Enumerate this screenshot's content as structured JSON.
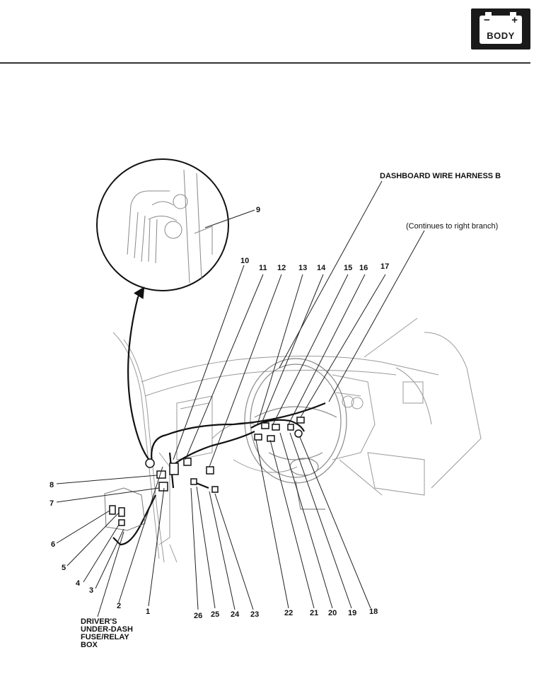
{
  "badge": {
    "minus": "−",
    "plus": "+",
    "text": "BODY"
  },
  "labels": {
    "harness": "DASHBOARD WIRE HARNESS B",
    "continues": "(Continues to right branch)",
    "fusebox_1": "DRIVER'S",
    "fusebox_2": "UNDER-DASH",
    "fusebox_3": "FUSE/RELAY",
    "fusebox_4": "BOX"
  },
  "callouts": [
    "1",
    "2",
    "3",
    "4",
    "5",
    "6",
    "7",
    "8",
    "9",
    "10",
    "11",
    "12",
    "13",
    "14",
    "15",
    "16",
    "17",
    "18",
    "19",
    "20",
    "21",
    "22",
    "23",
    "24",
    "25",
    "26"
  ]
}
